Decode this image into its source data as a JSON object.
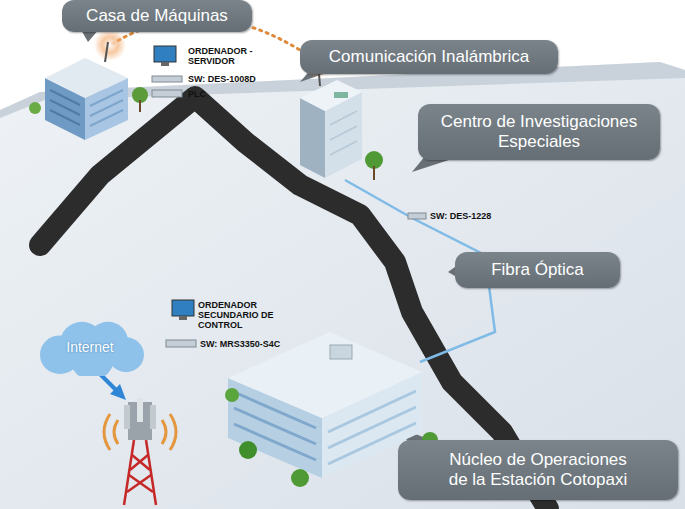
{
  "diagram": {
    "nodes": [
      {
        "text": [
          "Casa de Máquinas"
        ]
      },
      {
        "text": [
          "Comunicación Inalámbrica"
        ]
      },
      {
        "text": [
          "Centro de Investigaciones Especiales"
        ]
      },
      {
        "text": [
          "Fibra Óptica"
        ]
      },
      {
        "text": [
          "Internet"
        ]
      },
      {
        "text": [
          "Núcleo de Operaciones de la Estación Cotopaxi"
        ]
      }
    ],
    "labels": [
      "ORDENADOR - SERVIDOR",
      "SW: DES-1008D",
      "PLC",
      "SW: DES-1228",
      "ORDENADOR SECUNDARIO DE CONTROL",
      "SW: MRS3350-S4C"
    ]
  }
}
